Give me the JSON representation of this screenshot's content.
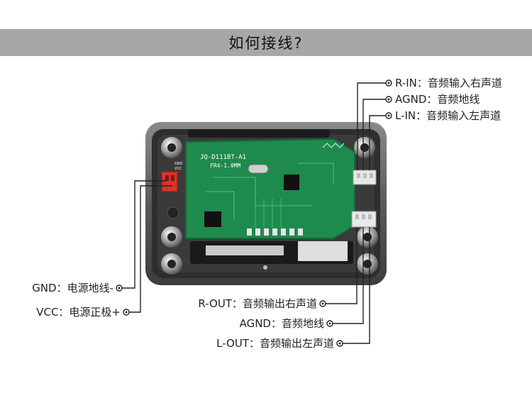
{
  "header": {
    "title": "如何接线?"
  },
  "board": {
    "model": "JQ-D111BT-A1",
    "spec": "FR4-1.0MM",
    "gnd_silk": "GND",
    "vcc_silk": "VCC"
  },
  "labels": {
    "r_in": "R-IN：音频输入右声道",
    "agnd_top": "AGND：音频地线",
    "l_in": "L-IN：音频输入左声道",
    "gnd": "GND：电源地线-",
    "vcc": "VCC：电源正极+",
    "r_out": "R-OUT：音频输出右声道",
    "agnd_bottom": "AGND：音频地线",
    "l_out": "L-OUT：音频输出左声道"
  },
  "colors": {
    "banner": "#a7a7a7",
    "pcb": "#1f8a4e",
    "frame": "#6b6b6b",
    "connector_red": "#d9342b",
    "connector_white": "#e8e8e8"
  }
}
